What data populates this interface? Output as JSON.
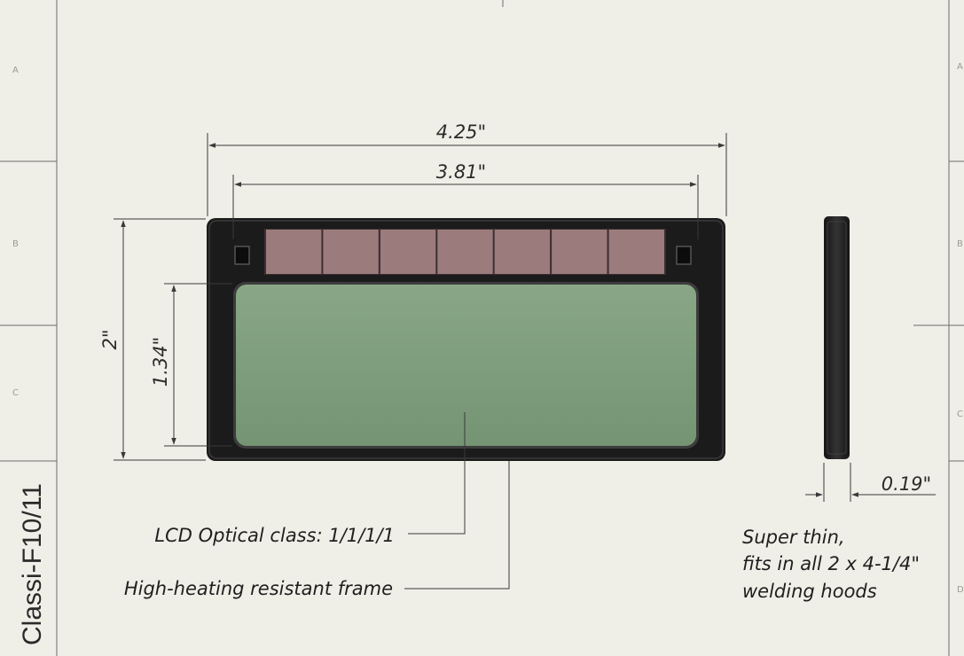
{
  "title_block": {
    "part_number": "Classi-F10/11"
  },
  "zones": {
    "left": [
      "A",
      "B",
      "C"
    ],
    "right": [
      "A",
      "B",
      "C",
      "D"
    ]
  },
  "dimensions": {
    "overall_width": "4.25\"",
    "viewing_width": "3.81\"",
    "overall_height": "2\"",
    "viewing_height": "1.34\"",
    "thickness": "0.19\""
  },
  "callouts": {
    "lcd_class": "LCD Optical class: 1/1/1/1",
    "frame": "High-heating resistant frame",
    "thin_line1": "Super thin,",
    "thin_line2": "fits in all 2 x 4-1/4\"",
    "thin_line3": "welding hoods"
  },
  "colors": {
    "paper": "#efefe7",
    "frame": "#1b1b1b",
    "solar_cell": "#9c7b7d",
    "lcd": "#7f9f7e",
    "dimension_line": "#3a3a3a"
  },
  "solar_cell_count": 7
}
